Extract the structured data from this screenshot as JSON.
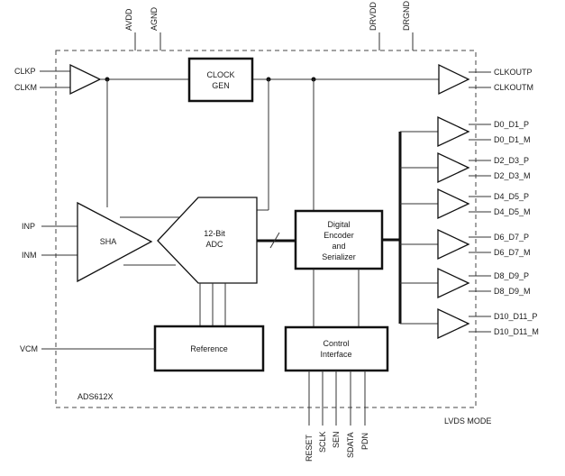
{
  "supplies": {
    "avdd": "AVDD",
    "agnd": "AGND",
    "drvdd": "DRVDD",
    "drgnd": "DRGND"
  },
  "clock_inputs": {
    "clkp": "CLKP",
    "clkm": "CLKM"
  },
  "analog_inputs": {
    "inp": "INP",
    "inm": "INM"
  },
  "vcm": "VCM",
  "blocks": {
    "clock_gen": [
      "CLOCK",
      "GEN"
    ],
    "sha": "SHA",
    "adc": [
      "12-Bit",
      "ADC"
    ],
    "encoder": [
      "Digital",
      "Encoder",
      "and",
      "Serializer"
    ],
    "reference": "Reference",
    "control": [
      "Control",
      "Interface"
    ]
  },
  "clock_outputs": {
    "p": "CLKOUTP",
    "m": "CLKOUTM"
  },
  "data_outputs": [
    {
      "p": "D0_D1_P",
      "m": "D0_D1_M"
    },
    {
      "p": "D2_D3_P",
      "m": "D2_D3_M"
    },
    {
      "p": "D4_D5_P",
      "m": "D4_D5_M"
    },
    {
      "p": "D6_D7_P",
      "m": "D6_D7_M"
    },
    {
      "p": "D8_D9_P",
      "m": "D8_D9_M"
    },
    {
      "p": "D10_D11_P",
      "m": "D10_D11_M"
    }
  ],
  "control_pins": [
    "RESET",
    "SCLK",
    "SEN",
    "SDATA",
    "PDN"
  ],
  "device_name": "ADS612X",
  "mode_label": "LVDS MODE"
}
